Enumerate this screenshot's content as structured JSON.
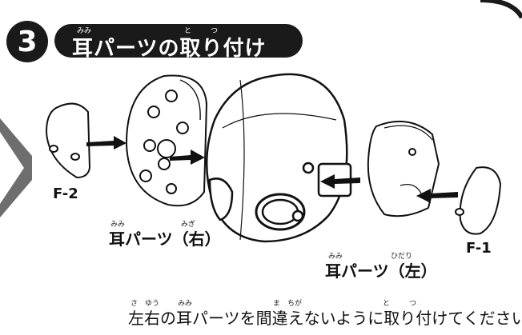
{
  "step": {
    "number": "3",
    "title": "耳パーツの取り付け",
    "ruby": {
      "mimi": "みみ",
      "to": "と",
      "tsu": "つ"
    }
  },
  "labels": {
    "f2": "F-2",
    "f1": "F-1",
    "right_part": "耳パーツ（右）",
    "right_ruby_mimi": "みみ",
    "right_ruby_migi": "みぎ",
    "left_part": "耳パーツ（左）",
    "left_ruby_mimi": "みみ",
    "left_ruby_hidari": "ひだり"
  },
  "caption": {
    "text": "左右の耳パーツを間違えないように取り付けてください。",
    "ruby_sa": "さ",
    "ruby_yuu": "ゆう",
    "ruby_mimi": "みみ",
    "ruby_ma": "ま",
    "ruby_chiga": "ちが",
    "ruby_to": "と",
    "ruby_tsu": "つ"
  },
  "colors": {
    "ink": "#1a1a1a",
    "paper": "#ffffff",
    "nav_gray": "#6e6e6e"
  }
}
